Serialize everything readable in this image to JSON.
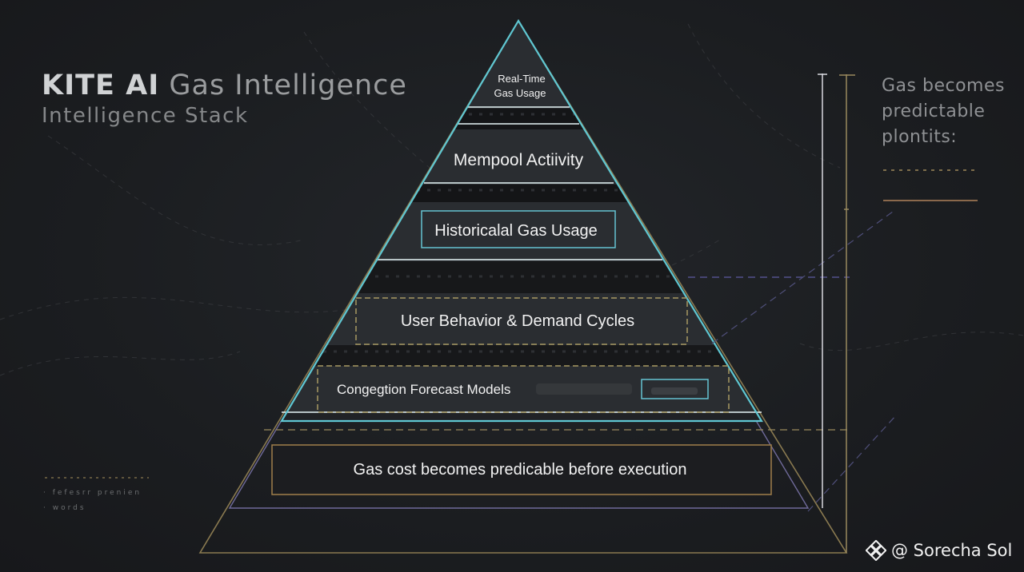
{
  "title": {
    "brand": "KITE AI",
    "rest": "Gas Intelligence",
    "subtitle": "Intelligence Stack"
  },
  "pyramid_layers": [
    {
      "line1": "Real-Time",
      "line2": "Gas Usage"
    },
    {
      "label": "Mempool Actiivity"
    },
    {
      "label": "Historicalal Gas Usage"
    },
    {
      "label": "User Behavior & Demand Cycles"
    },
    {
      "label": "Congegtion Forecast Models"
    }
  ],
  "base_label": "Gas cost becomes predicable before execution",
  "right_note": {
    "line1": "Gas becomes",
    "line2": "predictable",
    "line3": "plontits:"
  },
  "footnote": {
    "line1": "· fefesrr prenien",
    "line2": "·  words"
  },
  "watermark": {
    "text": "@ Sorecha Sol",
    "icon": "binance-diamond-icon"
  },
  "colors": {
    "background": "#1a1c1f",
    "pyramid_outline": "#5fc7d2",
    "gold_line": "#9a8a5e",
    "purple_line": "#7f78a8",
    "base_box": "#a07e4a",
    "layer_box_cyan": "#64c3d2",
    "layer_box_dashed": "#a89a62"
  }
}
